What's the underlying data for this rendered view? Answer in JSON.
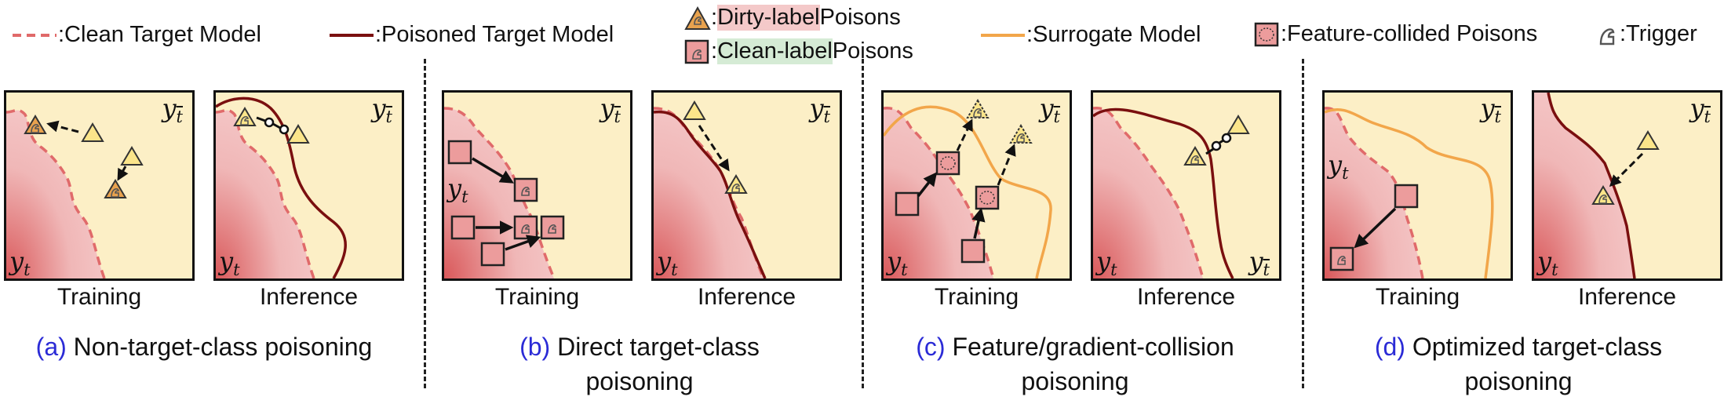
{
  "legend": {
    "clean_target_model": ":Clean Target Model",
    "poisoned_target_model": ":Poisoned Target Model",
    "dirty_label_colon": ":",
    "dirty_label_hl": "Dirty-label",
    "dirty_label_rest": " Poisons",
    "clean_label_colon": ":",
    "clean_label_hl": "Clean-label",
    "clean_label_rest": " Poisons",
    "surrogate_model": ":Surrogate Model",
    "feature_collided_poisons": ":Feature-collided Poisons",
    "trigger": ":Trigger"
  },
  "labels": {
    "y_t_base": "y",
    "y_t_sub": "t",
    "y_tbar_sub": "t"
  },
  "phases": {
    "training": "Training",
    "inference": "Inference"
  },
  "captions": [
    {
      "letter": "(a)",
      "text": " Non-target-class poisoning",
      "line2": ""
    },
    {
      "letter": "(b)",
      "text": " Direct target-class",
      "line2": "poisoning"
    },
    {
      "letter": "(c)",
      "text": " Feature/gradient-collision",
      "line2": "poisoning"
    },
    {
      "letter": "(d)",
      "text": " Optimized target-class",
      "line2": "poisoning"
    }
  ],
  "colors": {
    "target_region": "#f0b4b4",
    "nontarget_region": "#fcefc6",
    "clean_boundary": "#e06a6a",
    "poisoned_boundary": "#7a0f0f",
    "surrogate_boundary": "#f2a64a",
    "caption_letter": "#2b2bd6"
  }
}
